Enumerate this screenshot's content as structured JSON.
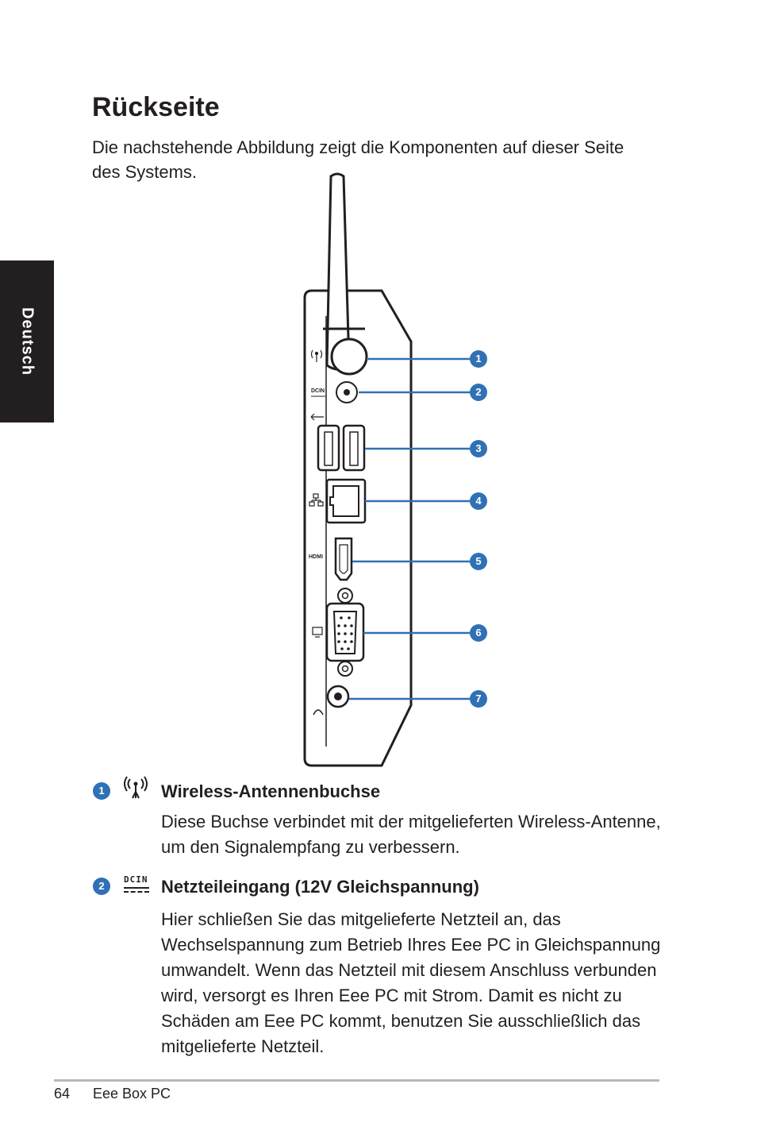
{
  "side_tab": "Deutsch",
  "title": "Rückseite",
  "intro": "Die nachstehende Abbildung zeigt die Komponenten auf dieser Seite des Systems.",
  "figure": {
    "port_labels": {
      "dcin": "DCIN",
      "hdmi": "HDMI"
    },
    "callouts": [
      "1",
      "2",
      "3",
      "4",
      "5",
      "6",
      "7"
    ]
  },
  "items": [
    {
      "number": "1",
      "icon": "wireless-antenna-icon",
      "heading": "Wireless-Antennenbuchse",
      "body": "Diese Buchse verbindet mit der mitgelieferten Wireless-Antenne, um den Signalempfang zu verbessern."
    },
    {
      "number": "2",
      "icon": "dcin-icon",
      "icon_text": "DCIN",
      "heading": "Netzteileingang (12V Gleichspannung)",
      "body": "Hier schließen Sie das mitgelieferte Netzteil an, das Wechselspannung zum Betrieb Ihres Eee PC in Gleichspannung umwandelt. Wenn das Netzteil mit diesem Anschluss verbunden wird, versorgt es Ihren Eee PC mit Strom. Damit es nicht zu Schäden am Eee PC kommt, benutzen Sie ausschließlich das mitgelieferte Netzteil."
    }
  ],
  "footer": {
    "page_number": "64",
    "book_title": "Eee Box PC"
  },
  "colors": {
    "accent": "#3071b5",
    "tab": "#231f20",
    "text": "#231f20"
  }
}
